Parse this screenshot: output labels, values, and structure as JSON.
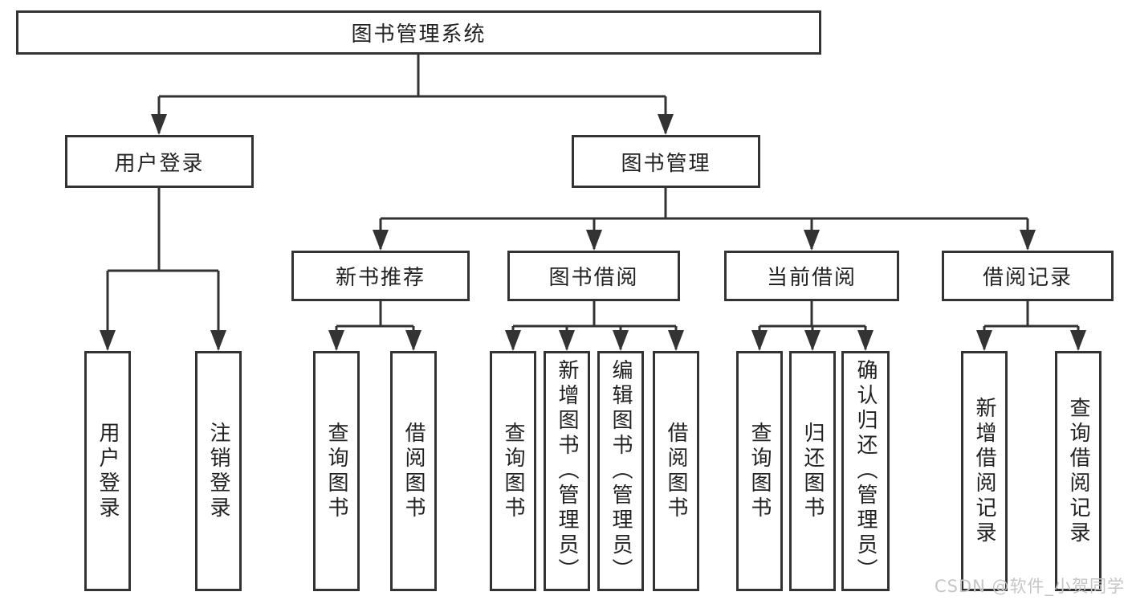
{
  "page": {
    "background": "#ffffff",
    "watermark": "CSDN @软件_小贺同学"
  },
  "colors": {
    "line": "#333333",
    "box_border": "#333333",
    "text": "#222222",
    "watermark": "#c6c6c6"
  },
  "tree": {
    "root": {
      "label": "图书管理系统"
    },
    "branches": {
      "user_login": {
        "label": "用户登录",
        "leaves": [
          {
            "label": "用户登录"
          },
          {
            "label": "注销登录"
          }
        ]
      },
      "book_mgmt": {
        "label": "图书管理",
        "sections": [
          {
            "label": "新书推荐",
            "leaves": [
              {
                "label": "查询图书"
              },
              {
                "label": "借阅图书"
              }
            ]
          },
          {
            "label": "图书借阅",
            "leaves": [
              {
                "label": "查询图书"
              },
              {
                "label": "新增图书（管理员）"
              },
              {
                "label": "编辑图书（管理员）"
              },
              {
                "label": "借阅图书"
              }
            ]
          },
          {
            "label": "当前借阅",
            "leaves": [
              {
                "label": "查询图书"
              },
              {
                "label": "归还图书"
              },
              {
                "label": "确认归还（管理员）"
              }
            ]
          },
          {
            "label": "借阅记录",
            "leaves": [
              {
                "label": "新增借阅记录"
              },
              {
                "label": "查询借阅记录"
              }
            ]
          }
        ]
      }
    }
  }
}
